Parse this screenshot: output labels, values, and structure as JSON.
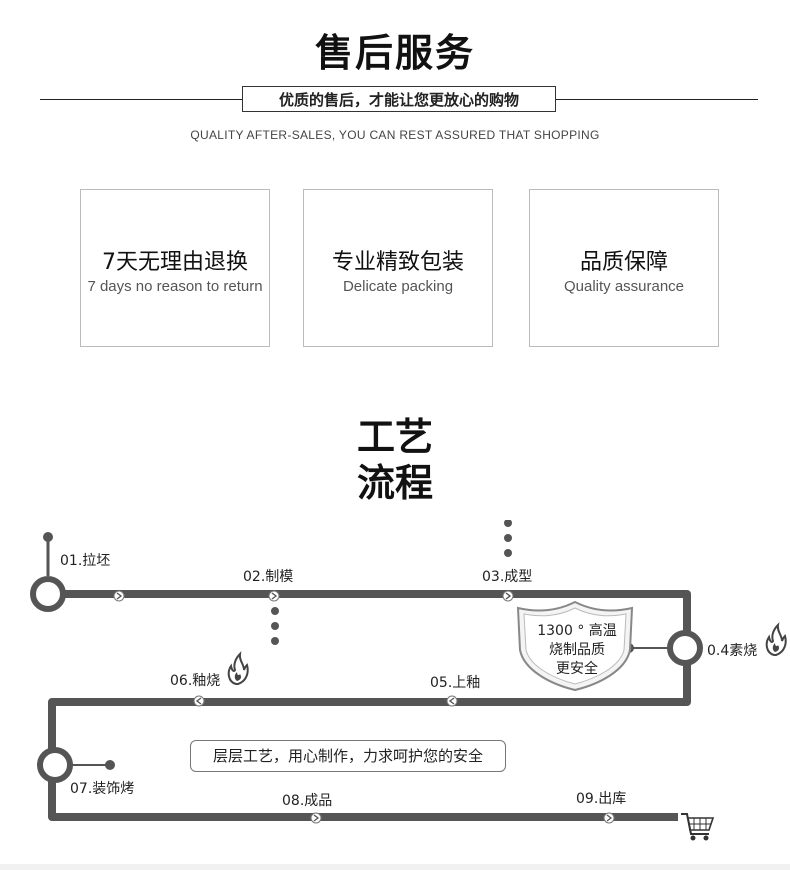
{
  "header": {
    "title": "售后服务",
    "subtitle": "优质的售后，才能让您更放心的购物",
    "tagline": "QUALITY AFTER-SALES, YOU CAN REST ASSURED THAT SHOPPING"
  },
  "cards": [
    {
      "cn": "7天无理由退换",
      "en": "7 days no reason to return"
    },
    {
      "cn": "专业精致包装",
      "en": "Delicate packing"
    },
    {
      "cn": "品质保障",
      "en": "Quality assurance"
    }
  ],
  "process": {
    "title_line1": "工艺",
    "title_line2": "流程",
    "steps": {
      "s01": "01.拉坯",
      "s02": "02.制模",
      "s03": "03.成型",
      "s04": "0.4素烧",
      "s05": "05.上釉",
      "s06": "06.釉烧",
      "s07": "07.装饰烤",
      "s08": "08.成品",
      "s09": "09.出库"
    },
    "badge_lines": [
      "1300 ° 高温",
      "烧制品质",
      "更安全"
    ],
    "callout": "层层工艺，用心制作，力求呵护您的安全"
  },
  "icons": {
    "flame": "flame-icon",
    "cart": "shopping-cart-icon",
    "arrow": "arrow-circle-icon",
    "shield": "shield-badge-icon"
  },
  "colors": {
    "pipe": "#555555",
    "text": "#222222",
    "card_border": "#bbbbbb"
  }
}
